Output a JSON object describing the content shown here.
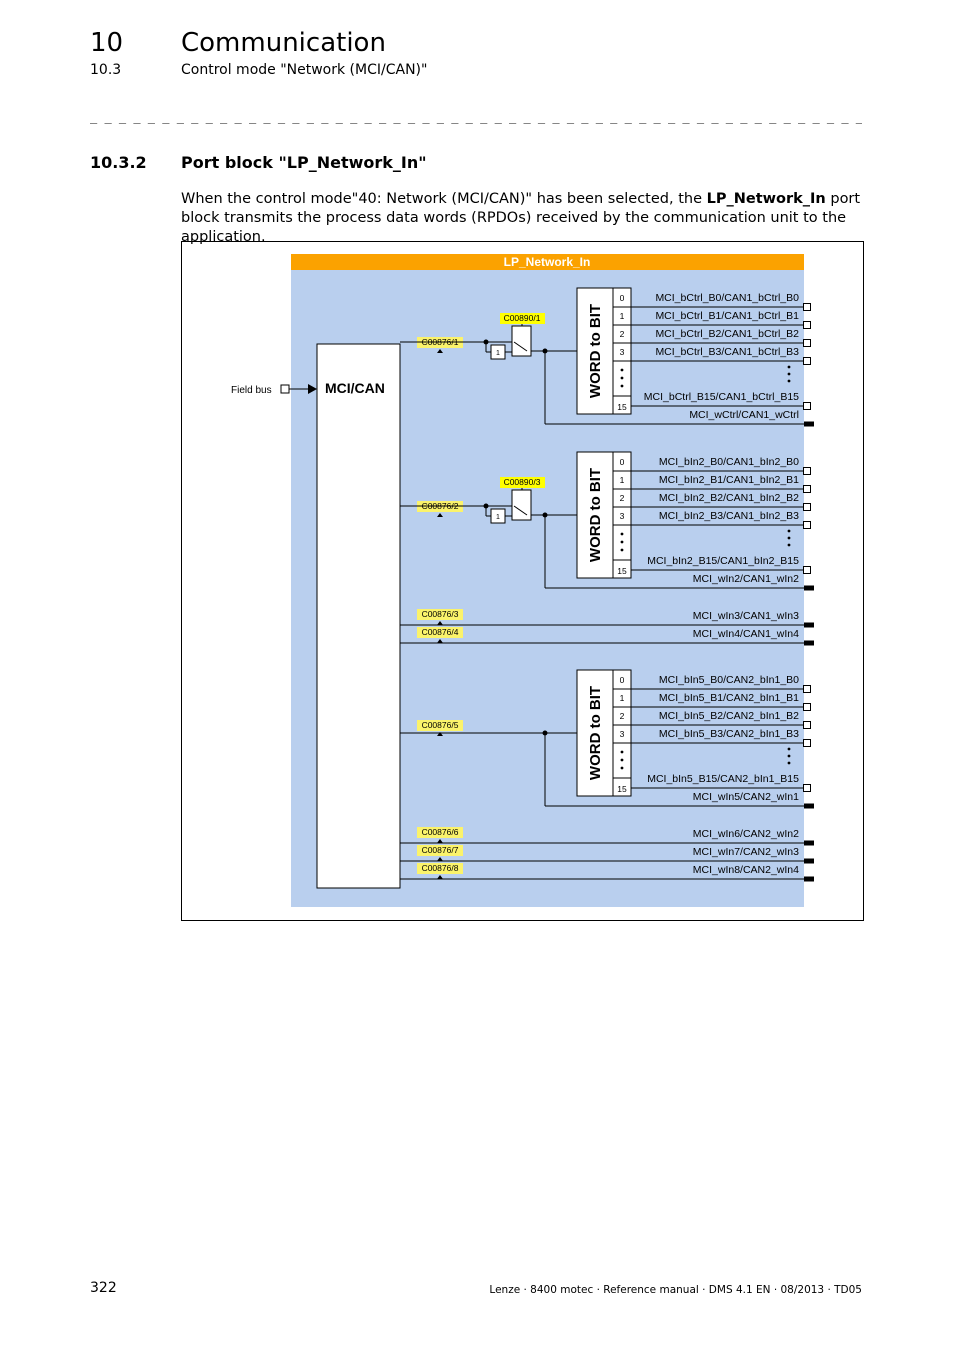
{
  "header": {
    "chapter_number": "10",
    "chapter_title": "Communication",
    "section_number": "10.3",
    "section_title": "Control mode \"Network (MCI/CAN)\"",
    "rule": "_ _ _ _ _ _ _ _ _ _ _ _ _ _ _ _ _ _ _ _ _ _ _ _ _ _ _ _ _ _ _ _ _ _ _ _ _ _ _ _ _ _ _ _ _ _ _ _ _ _ _ _ _ _ _ _ _ _ _ _ _ _ _ _"
  },
  "subsection": {
    "number": "10.3.2",
    "title": "Port block \"LP_Network_In\""
  },
  "intro": {
    "part1": "When the control mode\"40: Network (MCI/CAN)\" has been selected, the ",
    "bold": "LP_Network_In",
    "part2": " port block transmits the process data words (RPDOs) received by the communication unit to the application."
  },
  "diagram": {
    "block_title": "LP_Network_In",
    "mci_label": "MCI/CAN",
    "field_bus_label": "Field bus",
    "word_to_bit": "WORD to BIT",
    "bit_indices": [
      "0",
      "1",
      "2",
      "3",
      "15"
    ],
    "switch_codes": [
      "C00890/1",
      "C00890/3"
    ],
    "and_label": "1",
    "groups": [
      {
        "code": "C00876/1",
        "bits": [
          "MCI_bCtrl_B0/CAN1_bCtrl_B0",
          "MCI_bCtrl_B1/CAN1_bCtrl_B1",
          "MCI_bCtrl_B2/CAN1_bCtrl_B2",
          "MCI_bCtrl_B3/CAN1_bCtrl_B3",
          "MCI_bCtrl_B15/CAN1_bCtrl_B15"
        ],
        "word": "MCI_wCtrl/CAN1_wCtrl"
      },
      {
        "code": "C00876/2",
        "bits": [
          "MCI_bIn2_B0/CAN1_bIn2_B0",
          "MCI_bIn2_B1/CAN1_bIn2_B1",
          "MCI_bIn2_B2/CAN1_bIn2_B2",
          "MCI_bIn2_B3/CAN1_bIn2_B3",
          "MCI_bIn2_B15/CAN1_bIn2_B15"
        ],
        "word": "MCI_wIn2/CAN1_wIn2"
      },
      {
        "code": "C00876/5",
        "bits": [
          "MCI_bIn5_B0/CAN2_bIn1_B0",
          "MCI_bIn5_B1/CAN2_bIn1_B1",
          "MCI_bIn5_B2/CAN2_bIn1_B2",
          "MCI_bIn5_B3/CAN2_bIn1_B3",
          "MCI_bIn5_B15/CAN2_bIn1_B15"
        ],
        "word": "MCI_wIn5/CAN2_wIn1"
      }
    ],
    "words": [
      {
        "code": "C00876/3",
        "label": "MCI_wIn3/CAN1_wIn3"
      },
      {
        "code": "C00876/4",
        "label": "MCI_wIn4/CAN1_wIn4"
      },
      {
        "code": "C00876/6",
        "label": "MCI_wIn6/CAN2_wIn2"
      },
      {
        "code": "C00876/7",
        "label": "MCI_wIn7/CAN2_wIn3"
      },
      {
        "code": "C00876/8",
        "label": "MCI_wIn8/CAN2_wIn4"
      }
    ],
    "colors": {
      "block_bg": "#b9cfee",
      "title_bar": "#fba200",
      "code_highlight": "#fbf36b",
      "switch_highlight": "#ffff00"
    }
  },
  "footer": {
    "page_number": "322",
    "doc_info": "Lenze · 8400 motec · Reference manual · DMS 4.1 EN · 08/2013 · TD05"
  }
}
